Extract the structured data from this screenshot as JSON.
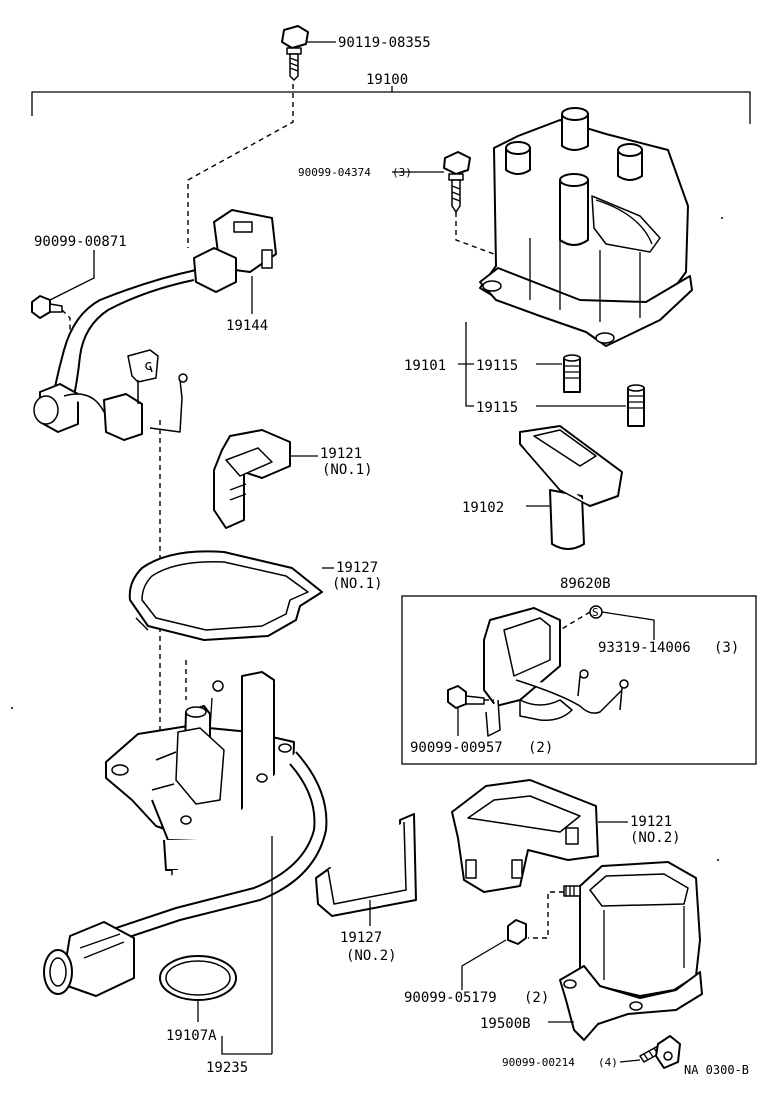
{
  "parts": [
    {
      "id": "p1",
      "label": "90119-08355",
      "qty": ""
    },
    {
      "id": "p2",
      "label": "19100",
      "qty": ""
    },
    {
      "id": "p3",
      "label": "90099-04374",
      "qty": "(3)"
    },
    {
      "id": "p4",
      "label": "90099-00871",
      "qty": ""
    },
    {
      "id": "p5",
      "label": "19144",
      "qty": ""
    },
    {
      "id": "p6",
      "label": "19101",
      "qty": ""
    },
    {
      "id": "p7",
      "label": "19115",
      "qty": ""
    },
    {
      "id": "p8",
      "label": "19115",
      "qty": ""
    },
    {
      "id": "p9",
      "label": "19121",
      "qty": "(NO.1)"
    },
    {
      "id": "p10",
      "label": "19102",
      "qty": ""
    },
    {
      "id": "p11",
      "label": "19127",
      "qty": "(NO.1)"
    },
    {
      "id": "p12",
      "label": "89620B",
      "qty": ""
    },
    {
      "id": "p13",
      "label": "93319-14006",
      "qty": "(3)"
    },
    {
      "id": "p14",
      "label": "90099-00957",
      "qty": "(2)"
    },
    {
      "id": "p15",
      "label": "19121",
      "qty": "(NO.2)"
    },
    {
      "id": "p16",
      "label": "19127",
      "qty": "(NO.2)"
    },
    {
      "id": "p17",
      "label": "90099-05179",
      "qty": "(2)"
    },
    {
      "id": "p18",
      "label": "19500B",
      "qty": ""
    },
    {
      "id": "p19",
      "label": "90099-00214",
      "qty": "(4)"
    },
    {
      "id": "p20",
      "label": "19107A",
      "qty": ""
    },
    {
      "id": "p21",
      "label": "19235",
      "qty": ""
    }
  ],
  "callout_symbol": "S",
  "drawing_code": "NA  0300-B"
}
